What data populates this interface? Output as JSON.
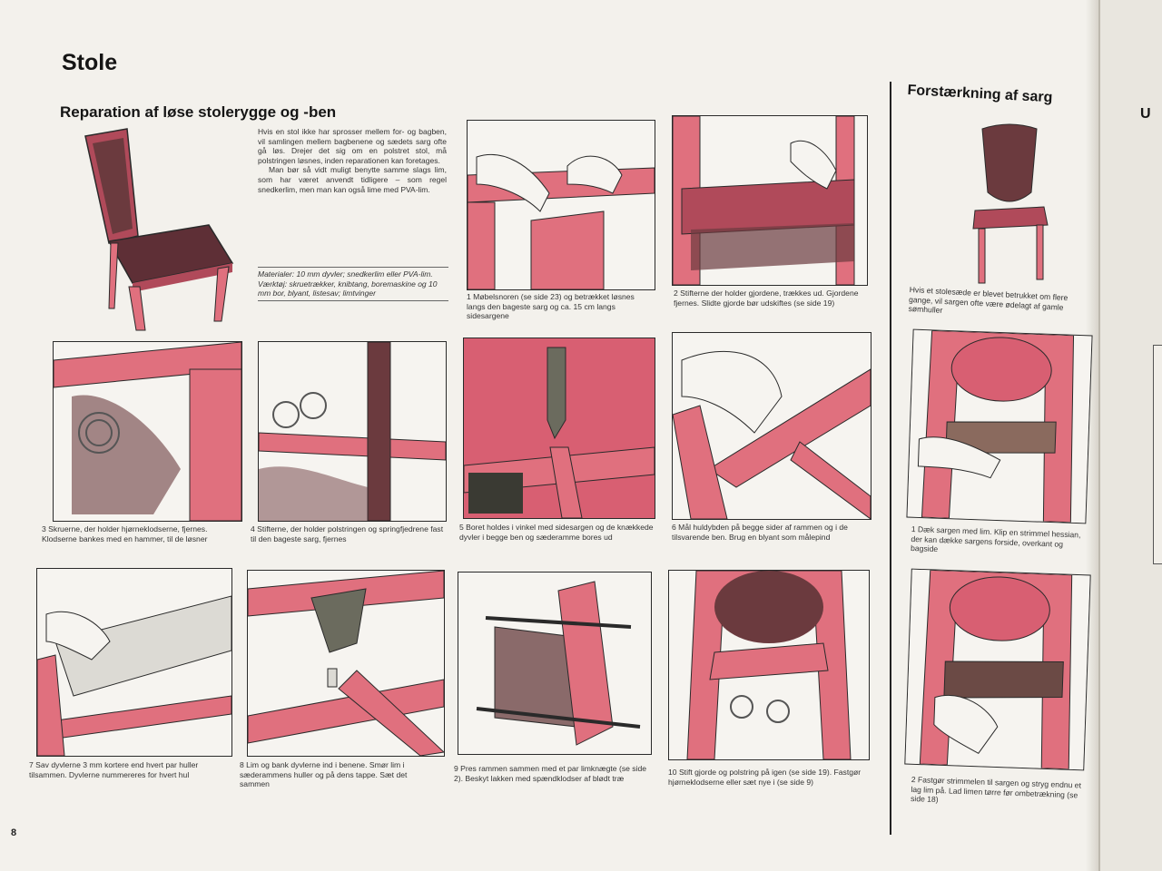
{
  "page": {
    "title": "Stole",
    "subtitle": "Reparation af løse stolerygge og -ben",
    "section_right": "Forstærkning af sarg",
    "right_page_fragment": "U",
    "page_number": "8"
  },
  "intro": {
    "paragraph1": "Hvis en stol ikke har sprosser mellem for- og bagben, vil samlingen mellem bagbenene og sædets sarg ofte gå løs. Drejer det sig om en polstret stol, må polstringen løsnes, inden reparationen kan foretages.",
    "paragraph2": "Man bør så vidt muligt benytte samme slags lim, som har været anvendt tidligere – som regel snedkerlim, men man kan også lime med PVA-lim.",
    "materials": "Materialer: 10 mm dyvler; snedkerlim eller PVA-lim.",
    "tools": "Værktøj: skruetrækker, knibtang, boremaskine og 10 mm bor, blyant, listesav; limtvinger"
  },
  "steps": [
    {
      "caption": "1 Møbelsnoren (se side 23) og betrækket løsnes langs den bageste sarg og ca. 15 cm langs sidesargene"
    },
    {
      "caption": "2 Stifterne der holder gjordene, trækkes ud. Gjordene fjernes. Slidte gjorde bør udskiftes (se side 19)"
    },
    {
      "caption": "3 Skruerne, der holder hjørneklodserne, fjernes. Klodserne bankes med en hammer, til de løsner"
    },
    {
      "caption": "4 Stifterne, der holder polstringen og springfjedrene fast til den bageste sarg, fjernes"
    },
    {
      "caption": "5 Boret holdes i vinkel med sidesargen og de knækkede dyvler i begge ben og sæderamme bores ud"
    },
    {
      "caption": "6 Mål huldybden på begge sider af rammen og i de tilsvarende ben. Brug en blyant som målepind"
    },
    {
      "caption": "7 Sav dyvlerne 3 mm kortere end hvert par huller tilsammen. Dyvlerne nummereres for hvert hul"
    },
    {
      "caption": "8 Lim og bank dyvlerne ind i benene. Smør lim i sæderammens huller og på dens tappe. Sæt det sammen"
    },
    {
      "caption": "9 Pres rammen sammen med et par limknægte (se side 2). Beskyt lakken med spændklodser af blødt træ"
    },
    {
      "caption": "10 Stift gjorde og polstring på igen (se side 19). Fastgør hjørneklodserne eller sæt nye i (se side 9)"
    }
  ],
  "side_steps": {
    "intro": "Hvis et stolesæde er blevet betrukket om flere gange, vil sargen ofte være ødelagt af gamle sømhuller",
    "step1": "1 Dæk sargen med lim. Klip en strimmel hessian, der kan dække sargens forside, overkant og bagside",
    "step2": "2 Fastgør strimmelen til sargen og stryg endnu et lag lim på. Lad limen tørre før ombetrækning (se side 18)"
  },
  "colors": {
    "pink": "#e0707e",
    "dark_pink": "#b04a5a",
    "wood_brown": "#6b3a3e",
    "line": "#2a2a2a"
  }
}
